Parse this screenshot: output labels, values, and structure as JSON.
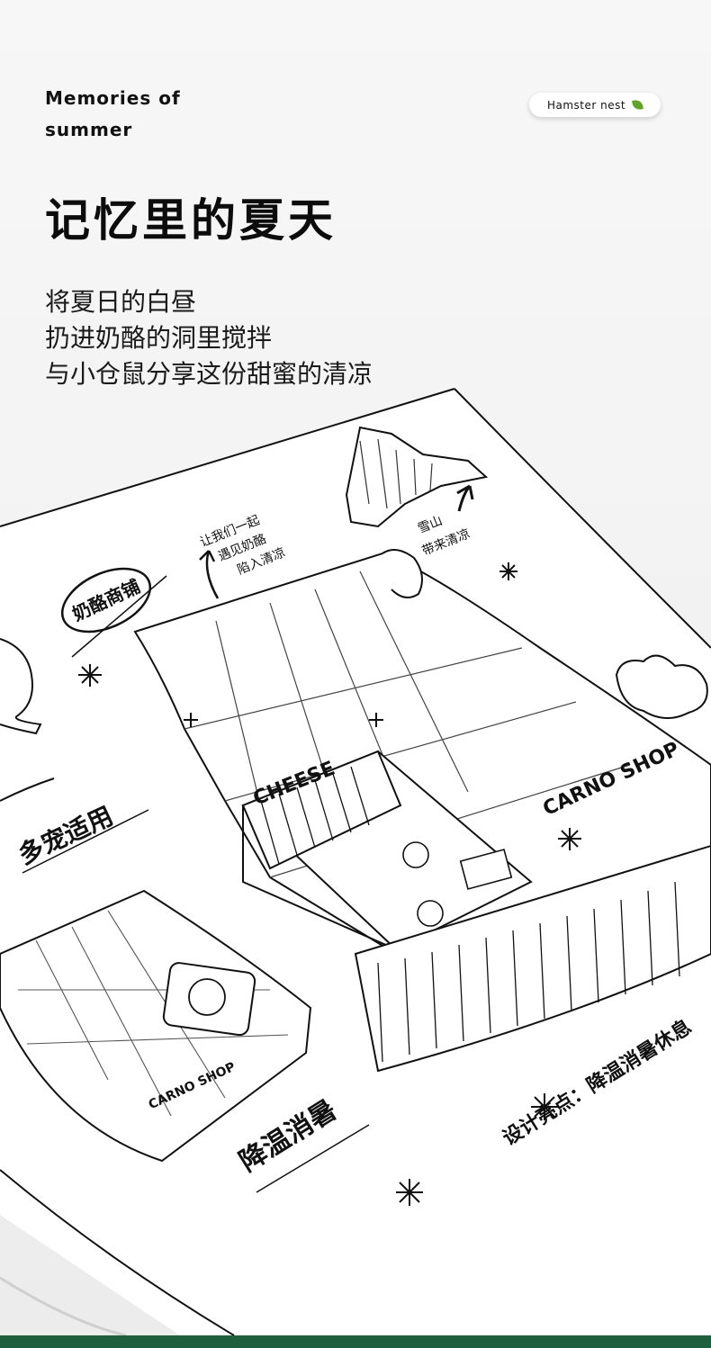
{
  "header": {
    "eyebrow_line1": "Memories of",
    "eyebrow_line2": "summer",
    "tag_label": "Hamster nest",
    "tag_icon": "leaf-icon",
    "title": "记忆里的夏天"
  },
  "body": {
    "line1": "将夏日的白昼",
    "line2": "扔进奶酪的洞里搅拌",
    "line3": "与小仓鼠分享这份甜蜜的清凉"
  },
  "illustration": {
    "note_top": [
      "让我们一起",
      "遇见奶酪",
      "陷入清凉"
    ],
    "note_mountain": [
      "雪山",
      "带来清凉"
    ],
    "badge_left": "奶酪商铺",
    "left_label": "多宠适用",
    "shop_sign": "CHEESE",
    "carno_shop_main": "CARNO SHOP",
    "carno_shop_small": "CARNO SHOP",
    "label_bottom": "降温消暑",
    "label_design": "设计亮点：降温消暑休息"
  },
  "colors": {
    "accent_leaf": "#5fa32a",
    "bottom_bar": "#1f5f3e",
    "ink": "#111111"
  }
}
